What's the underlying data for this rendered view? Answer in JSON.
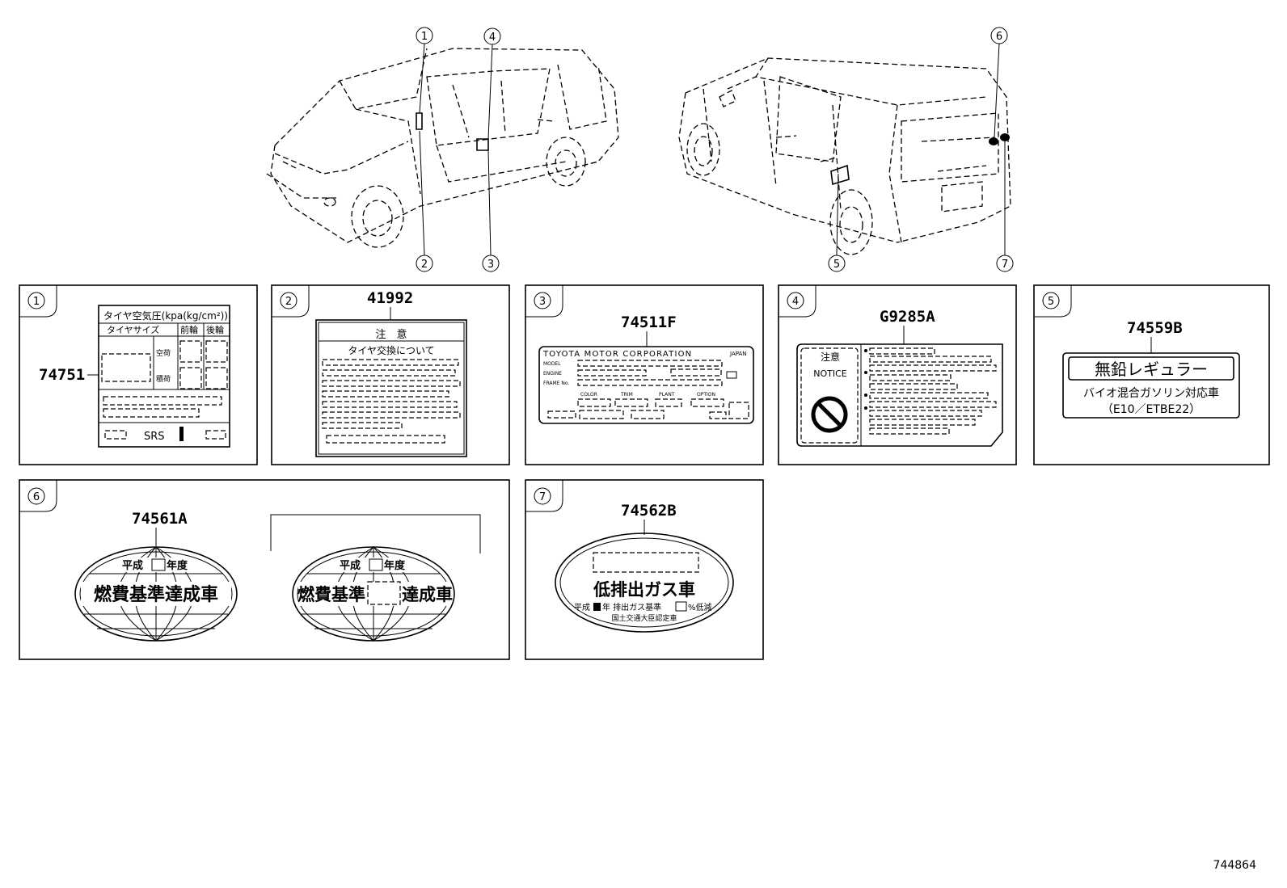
{
  "diagram_id": "744864",
  "callouts": [
    "1",
    "2",
    "3",
    "4",
    "5",
    "6",
    "7"
  ],
  "panels": [
    {
      "id": "1",
      "part": "74751",
      "label": {
        "title": "タイヤ空気圧(kpa(kg/cm²))",
        "col_size": "タイヤサイズ",
        "col_front": "前輪",
        "col_rear": "後輪",
        "row_empty": "空荷",
        "row_loaded": "積荷",
        "srs": "SRS"
      }
    },
    {
      "id": "2",
      "part": "41992",
      "label": {
        "caution": "注　意",
        "subtitle": "タイヤ交換について"
      }
    },
    {
      "id": "3",
      "part": "74511F",
      "label": {
        "maker": "TOYOTA  MOTOR  CORPORATION",
        "country": "JAPAN",
        "model": "MODEL",
        "engine": "ENGINE",
        "frame": "FRAME No.",
        "color": "COLOR",
        "trim": "TRIM",
        "plant": "PLANT",
        "option": "OPTION"
      }
    },
    {
      "id": "4",
      "part": "G9285A",
      "label": {
        "caution": "注意",
        "notice": "NOTICE"
      }
    },
    {
      "id": "5",
      "part": "74559B",
      "label": {
        "main": "無鉛レギュラー",
        "sub": "バイオ混合ガソリン対応車",
        "spec": "（E10／ETBE22）"
      }
    },
    {
      "id": "6",
      "part": "74561A",
      "label": {
        "year": "平成",
        "year_suffix": "年度",
        "main": "燃費基準達成車",
        "main_a": "燃費基準",
        "main_b": "達成車"
      }
    },
    {
      "id": "7",
      "part": "74562B",
      "label": {
        "main": "低排出ガス車",
        "line1_a": "平成",
        "line1_b": "年 排出ガス基準",
        "line1_c": "%低減",
        "line2": "国土交通大臣認定車"
      }
    }
  ]
}
